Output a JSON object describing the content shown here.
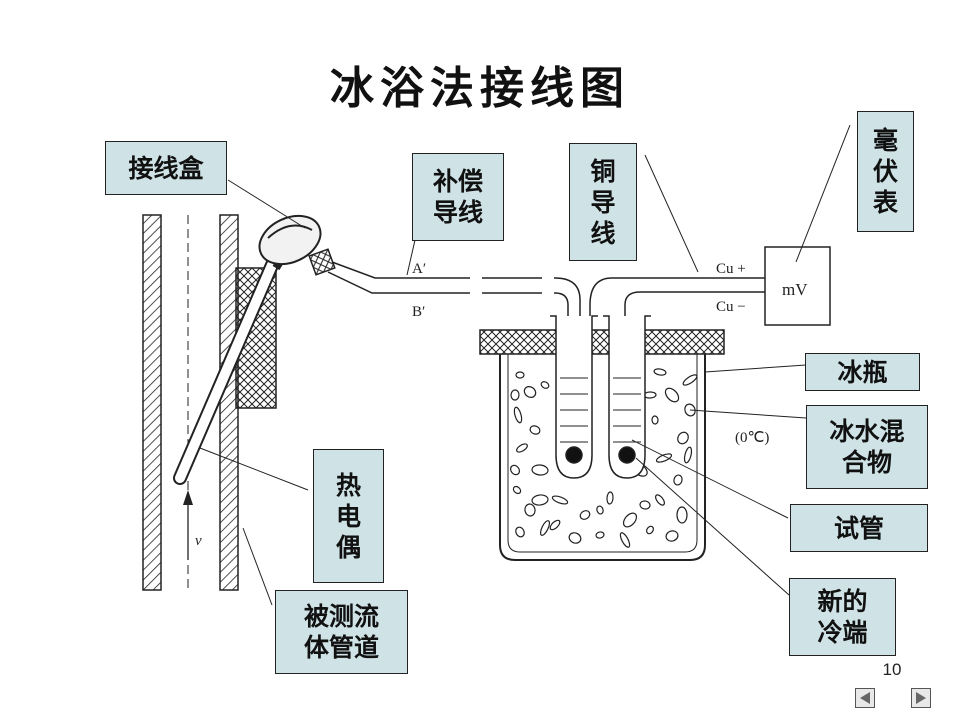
{
  "slide": {
    "title": "冰浴法接线图",
    "page_number": "10"
  },
  "callouts": {
    "junction_box": "接线盒",
    "compensating_wire": "补偿\n导线",
    "copper_wire": "铜\n导\n线",
    "millivoltmeter": "毫\n伏\n表",
    "ice_flask": "冰瓶",
    "ice_water_mixture": "冰水混\n合物",
    "test_tube": "试管",
    "new_cold_junction": "新的\n冷端",
    "thermocouple": "热\n电\n偶",
    "measured_fluid_pipe": "被测流\n体管道"
  },
  "drawing_text": {
    "wire_a": "A′",
    "wire_b": "B′",
    "cu_plus": "Cu +",
    "cu_minus": "Cu −",
    "meter_unit": "mV",
    "ice_temp": "(0℃)",
    "flow_velocity": "v"
  },
  "nav": {
    "prev_icon": "triangle-left-icon",
    "next_icon": "triangle-right-icon"
  }
}
